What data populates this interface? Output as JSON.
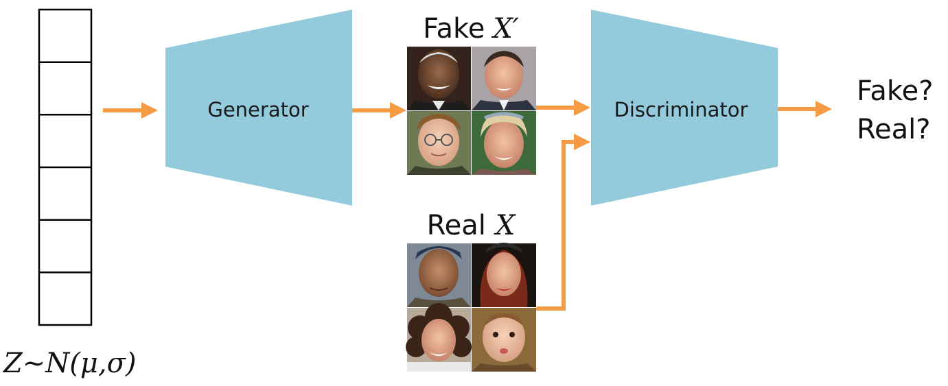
{
  "colors": {
    "block_fill": "#93cbdc",
    "arrow": "#f59a45",
    "vector_stroke": "#000000",
    "text": "#111111"
  },
  "latent": {
    "cells": 6,
    "formula": "Z~N(μ,σ)"
  },
  "generator": {
    "label": "Generator"
  },
  "discriminator": {
    "label": "Discriminator"
  },
  "fake_group": {
    "word": "Fake",
    "symbol": "X′",
    "faces": [
      "elderly-man-face",
      "man-in-suit-face",
      "boy-with-glasses-face",
      "blonde-woman-face"
    ]
  },
  "real_group": {
    "word": "Real",
    "symbol": "X",
    "faces": [
      "man-in-cap-face",
      "red-haired-woman-face",
      "curly-haired-woman-face",
      "toddler-face"
    ]
  },
  "output": {
    "line1": "Fake?",
    "line2": "Real?"
  }
}
